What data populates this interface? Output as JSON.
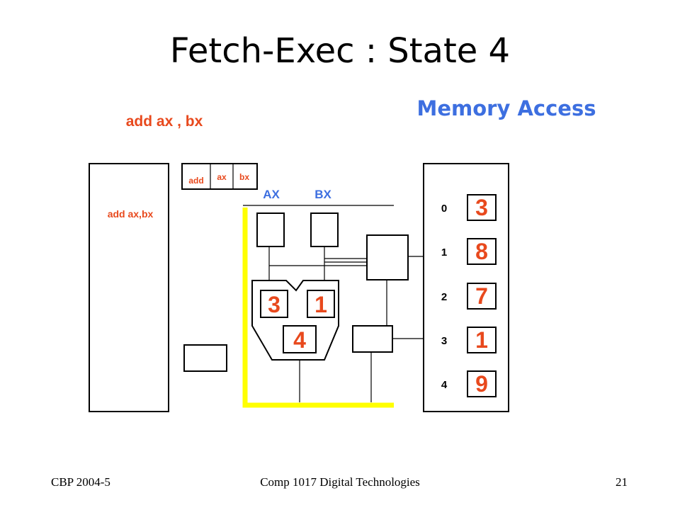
{
  "title": "Fetch-Exec : State 4",
  "subtitle": "Memory Access",
  "instruction": "add ax , bx",
  "program_memory_label": "add ax,bx",
  "instruction_register": {
    "opcode": "add",
    "operand1": "ax",
    "operand2": "bx"
  },
  "registers": {
    "ax_label": "AX",
    "bx_label": "BX"
  },
  "alu": {
    "input_a": "3",
    "input_b": "1",
    "output": "4"
  },
  "memory": [
    {
      "address": "0",
      "value": "3"
    },
    {
      "address": "1",
      "value": "8"
    },
    {
      "address": "2",
      "value": "7"
    },
    {
      "address": "3",
      "value": "1"
    },
    {
      "address": "4",
      "value": "9"
    }
  ],
  "footer": {
    "left": "CBP 2004-5",
    "center": "Comp 1017  Digital Technologies",
    "right": "21"
  },
  "colors": {
    "accent_red": "#e8491d",
    "accent_blue": "#3d6fe0",
    "highlight_yellow": "#ffff00"
  }
}
